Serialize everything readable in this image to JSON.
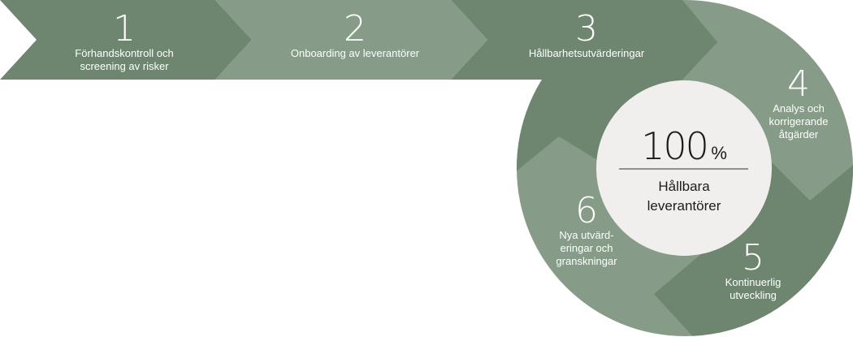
{
  "colors": {
    "dark": "#6e8670",
    "light": "#879b89",
    "center": "#f0efed",
    "text": "#1c1c1c"
  },
  "steps": [
    {
      "number": "1",
      "label_lines": [
        "Förhandskontroll och",
        "screening av risker"
      ]
    },
    {
      "number": "2",
      "label_lines": [
        "Onboarding av leverantörer"
      ]
    },
    {
      "number": "3",
      "label_lines": [
        "Hållbarhetsutvärderingar"
      ]
    },
    {
      "number": "4",
      "label_lines": [
        "Analys och",
        "korrigerande",
        "åtgärder"
      ]
    },
    {
      "number": "5",
      "label_lines": [
        "Kontinuerlig",
        "utveckling"
      ]
    },
    {
      "number": "6",
      "label_lines": [
        "Nya utvärd-",
        "eringar och",
        "granskningar"
      ]
    }
  ],
  "center": {
    "value": "100",
    "unit": "%",
    "label_lines": [
      "Hållbara",
      "leverantörer"
    ]
  }
}
